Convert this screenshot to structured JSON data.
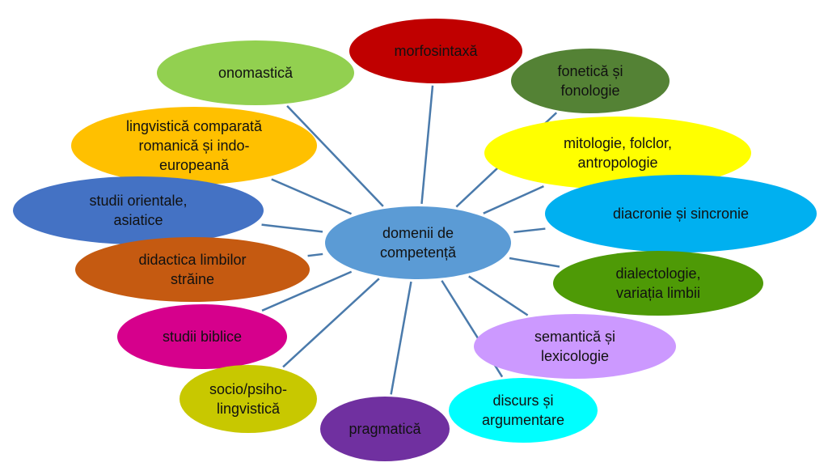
{
  "center": {
    "label": "domenii de\ncompetență",
    "color": "#5b9bd5"
  },
  "line_color": "#4a7aab",
  "nodes": [
    {
      "id": "morfosintaxa",
      "label": "morfosintaxă",
      "color": "#c00000"
    },
    {
      "id": "onomastica",
      "label": "onomastică",
      "color": "#92d050"
    },
    {
      "id": "fonetica",
      "label": "fonetică și\nfonologie",
      "color": "#548235"
    },
    {
      "id": "lingvistica-comparata",
      "label": "lingvistică comparată\nromanică și indo-\neuropeană",
      "color": "#ffc000"
    },
    {
      "id": "mitologie",
      "label": "mitologie, folclor,\nantropologie",
      "color": "#ffff00"
    },
    {
      "id": "studii-orientale",
      "label": "studii orientale,\nasiatice",
      "color": "#4472c4"
    },
    {
      "id": "diacronie",
      "label": "diacronie și sincronie",
      "color": "#00b0f0"
    },
    {
      "id": "didactica",
      "label": "didactica limbilor\nstrăine",
      "color": "#c55a11"
    },
    {
      "id": "dialectologie",
      "label": "dialectologie,\nvariația limbii",
      "color": "#4e9a06"
    },
    {
      "id": "studii-biblice",
      "label": "studii biblice",
      "color": "#d6008c"
    },
    {
      "id": "semantica",
      "label": "semantică și\nlexicologie",
      "color": "#cc99ff"
    },
    {
      "id": "socio-psiholingvistica",
      "label": "socio/psiho-\nlingvistică",
      "color": "#c8c800"
    },
    {
      "id": "pragmatica",
      "label": "pragmatică",
      "color": "#7030a0"
    },
    {
      "id": "discurs",
      "label": "discurs și\nargumentare",
      "color": "#00ffff"
    }
  ]
}
